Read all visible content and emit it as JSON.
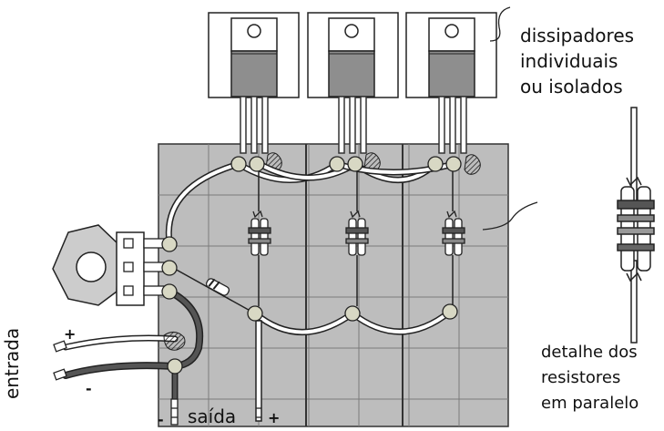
{
  "labels": {
    "heatsinks_line1": "dissipadores",
    "heatsinks_line2": "individuais",
    "heatsinks_line3": "ou isolados",
    "resistors_line1": "detalhe dos",
    "resistors_line2": "resistores",
    "resistors_line3": "em paralelo",
    "input": "entrada",
    "output": "saída",
    "plus": "+",
    "minus": "-"
  },
  "transistor_count": 3,
  "resistor_pair_count": 3,
  "colors": {
    "board": "#bdbdbd",
    "grid": "#7a7a7a",
    "transistor_body": "#8e8e8e",
    "solder": "#d8d8c4",
    "wire_dark": "#555555",
    "wire_light": "#ffffff"
  }
}
